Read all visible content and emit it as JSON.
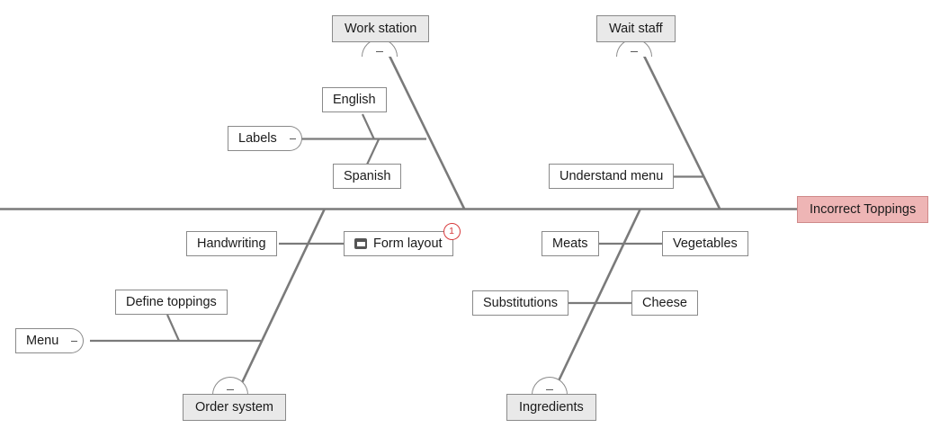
{
  "diagram": {
    "type": "fishbone-ishikawa",
    "effect": {
      "label": "Incorrect Toppings",
      "fill": "#eeb5b5",
      "stroke": "#cf8a8a"
    },
    "spine_color": "#7a7a7a",
    "bone_color": "#7a7a7a",
    "category_fill": "#e9e9e9",
    "categories": [
      {
        "id": "work-station",
        "label": "Work station",
        "position": "top"
      },
      {
        "id": "wait-staff",
        "label": "Wait staff",
        "position": "top"
      },
      {
        "id": "order-system",
        "label": "Order system",
        "position": "bottom"
      },
      {
        "id": "ingredients",
        "label": "Ingredients",
        "position": "bottom"
      }
    ],
    "causes": [
      {
        "id": "labels",
        "label": "Labels",
        "collapse": "minus",
        "branch": "work-station"
      },
      {
        "id": "english",
        "label": "English",
        "branch": "work-station"
      },
      {
        "id": "spanish",
        "label": "Spanish",
        "branch": "work-station"
      },
      {
        "id": "understand-menu",
        "label": "Understand menu",
        "branch": "wait-staff"
      },
      {
        "id": "handwriting",
        "label": "Handwriting",
        "branch": "order-system"
      },
      {
        "id": "form-layout",
        "label": "Form layout",
        "branch": "order-system",
        "icon": "note-icon",
        "badge": "1"
      },
      {
        "id": "define-toppings",
        "label": "Define toppings",
        "branch": "order-system"
      },
      {
        "id": "menu",
        "label": "Menu",
        "collapse": "minus",
        "branch": "order-system"
      },
      {
        "id": "meats",
        "label": "Meats",
        "branch": "ingredients"
      },
      {
        "id": "vegetables",
        "label": "Vegetables",
        "branch": "ingredients"
      },
      {
        "id": "substitutions",
        "label": "Substitutions",
        "branch": "ingredients"
      },
      {
        "id": "cheese",
        "label": "Cheese",
        "branch": "ingredients"
      }
    ],
    "badges": [
      {
        "target": "form-layout",
        "count": "1",
        "color": "#d7393b"
      }
    ]
  }
}
